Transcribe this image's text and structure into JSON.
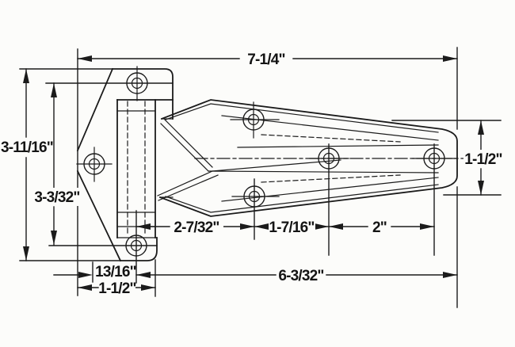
{
  "drawing": {
    "subject": "surface-mounted strap hinge, dimensioned line drawing",
    "background_color": "#fcfcfa",
    "line_color": "#1b1b1b",
    "dims": {
      "top": "7-1/4\"",
      "left_outer": "3-11/16\"",
      "left_inner": "3-3/32\"",
      "tip_width": "1-1/2\"",
      "pin_to_hole1": "2-7/32\"",
      "hole1_to_hole2": "1-7/16\"",
      "hole2_to_hole3": "2\"",
      "pin_to_tip": "6-3/32\"",
      "hole_offset": "13/16\"",
      "plate_width": "1-1/2\""
    }
  }
}
